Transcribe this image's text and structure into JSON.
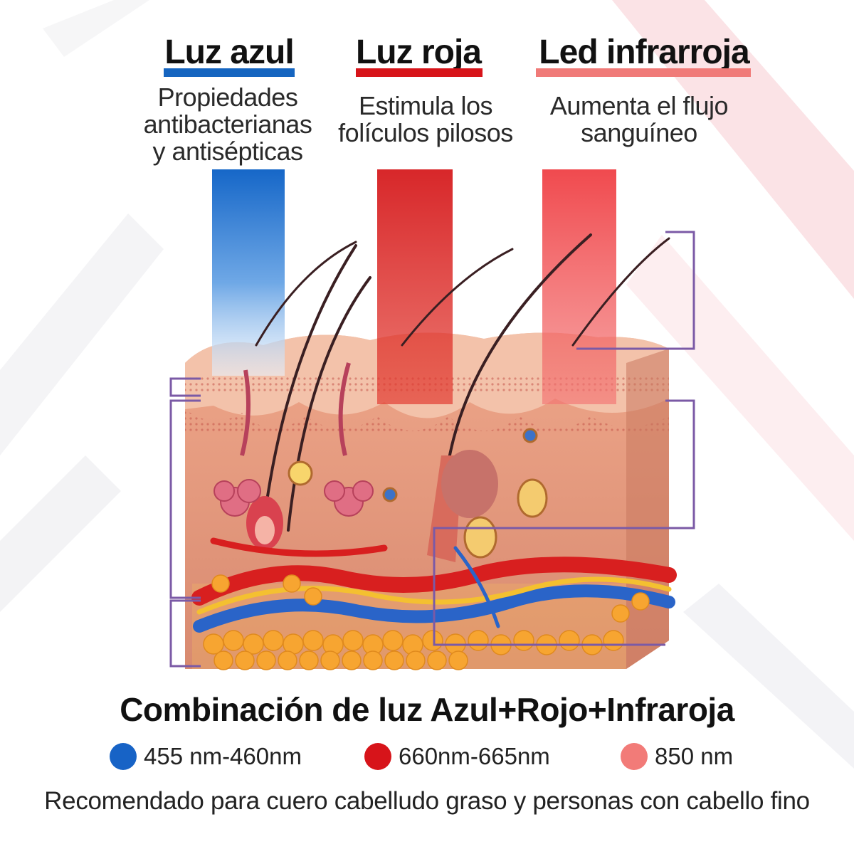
{
  "lights": [
    {
      "key": "blue",
      "title": "Luz azul",
      "description": [
        "Propiedades",
        "antibacterianas",
        "y antisépticas"
      ],
      "color": "#1565c0"
    },
    {
      "key": "red",
      "title": "Luz roja",
      "description": [
        "Estimula los",
        "folículos pilosos"
      ],
      "color": "#d7141a"
    },
    {
      "key": "infrared",
      "title": "Led infrarroja",
      "description": [
        "Aumenta el flujo",
        "sanguíneo"
      ],
      "color": "#f07a78"
    }
  ],
  "combination_title": "Combinación de luz Azul+Rojo+Infraroja",
  "wavelengths": [
    {
      "label": "455 nm-460nm",
      "color": "#1763c6"
    },
    {
      "label": "660nm-665nm",
      "color": "#d7141a"
    },
    {
      "label": "850 nm",
      "color": "#f27b78"
    }
  ],
  "recommendation": "Recomendado para cuero cabelludo graso y personas con cabello fino",
  "palette": {
    "skin": "#e39a80",
    "epidermis": "#f1b79c",
    "fat": "#f7a531",
    "artery": "#d81f1f",
    "vein": "#2a64c8",
    "nerve": "#f4c030",
    "bracket": "#7b5aa6"
  }
}
